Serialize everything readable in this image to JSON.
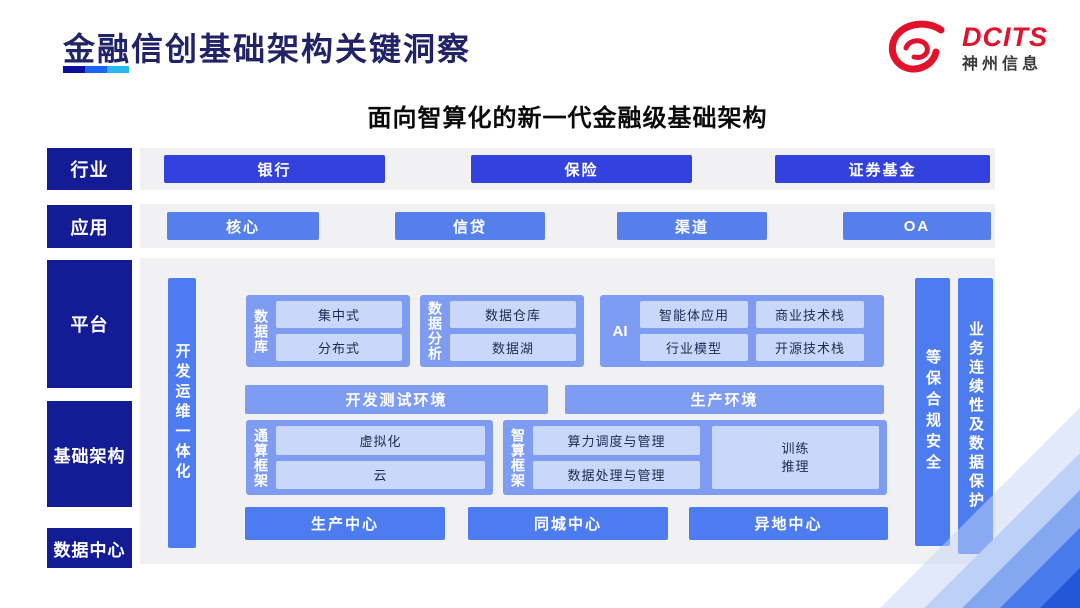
{
  "page": {
    "title": "金融信创基础架构关键洞察",
    "subtitle": "面向智算化的新一代金融级基础架构"
  },
  "logo": {
    "brand": "DCITS",
    "company": "神州信息"
  },
  "rows": {
    "industry": {
      "label": "行业",
      "items": [
        "银行",
        "保险",
        "证券基金"
      ]
    },
    "application": {
      "label": "应用",
      "items": [
        "核心",
        "信贷",
        "渠道",
        "OA"
      ]
    },
    "platform": {
      "label": "平台"
    },
    "infrastructure": {
      "label": "基础架构"
    },
    "datacenter": {
      "label": "数据中心"
    }
  },
  "platform": {
    "devops_bar": "开发运维一体化",
    "database": {
      "label": "数据库",
      "items": [
        "集中式",
        "分布式"
      ]
    },
    "analytics": {
      "label": "数据分析",
      "items": [
        "数据仓库",
        "数据湖"
      ]
    },
    "ai": {
      "label": "AI",
      "items": [
        "智能体应用",
        "商业技术栈",
        "行业模型",
        "开源技术栈"
      ]
    },
    "environments": {
      "dev_test": "开发测试环境",
      "production": "生产环境"
    }
  },
  "infrastructure": {
    "general_compute": {
      "label": "通算框架",
      "items": [
        "虚拟化",
        "云"
      ]
    },
    "intelligent_compute": {
      "label": "智算框架",
      "items": [
        "算力调度与管理",
        "数据处理与管理"
      ],
      "side_box": "训练\n推理"
    }
  },
  "datacenter": {
    "items": [
      "生产中心",
      "同城中心",
      "异地中心"
    ]
  },
  "security_bars": [
    "等保合规安全",
    "业务连续性及数据保护"
  ],
  "colors": {
    "navy_label": "#131C94",
    "industry_button": "#3342DF",
    "application_button": "#5580EC",
    "group_background": "#7D9CF2",
    "inner_chip": "#C9D7F8",
    "accent_bar": "#4D7CF0",
    "panel_gray": "#F1F1F3",
    "title_navy": "#222266",
    "logo_red": "#E2112C",
    "underline": [
      "#0D0D9B",
      "#1A64EE",
      "#2AB6EE"
    ]
  }
}
